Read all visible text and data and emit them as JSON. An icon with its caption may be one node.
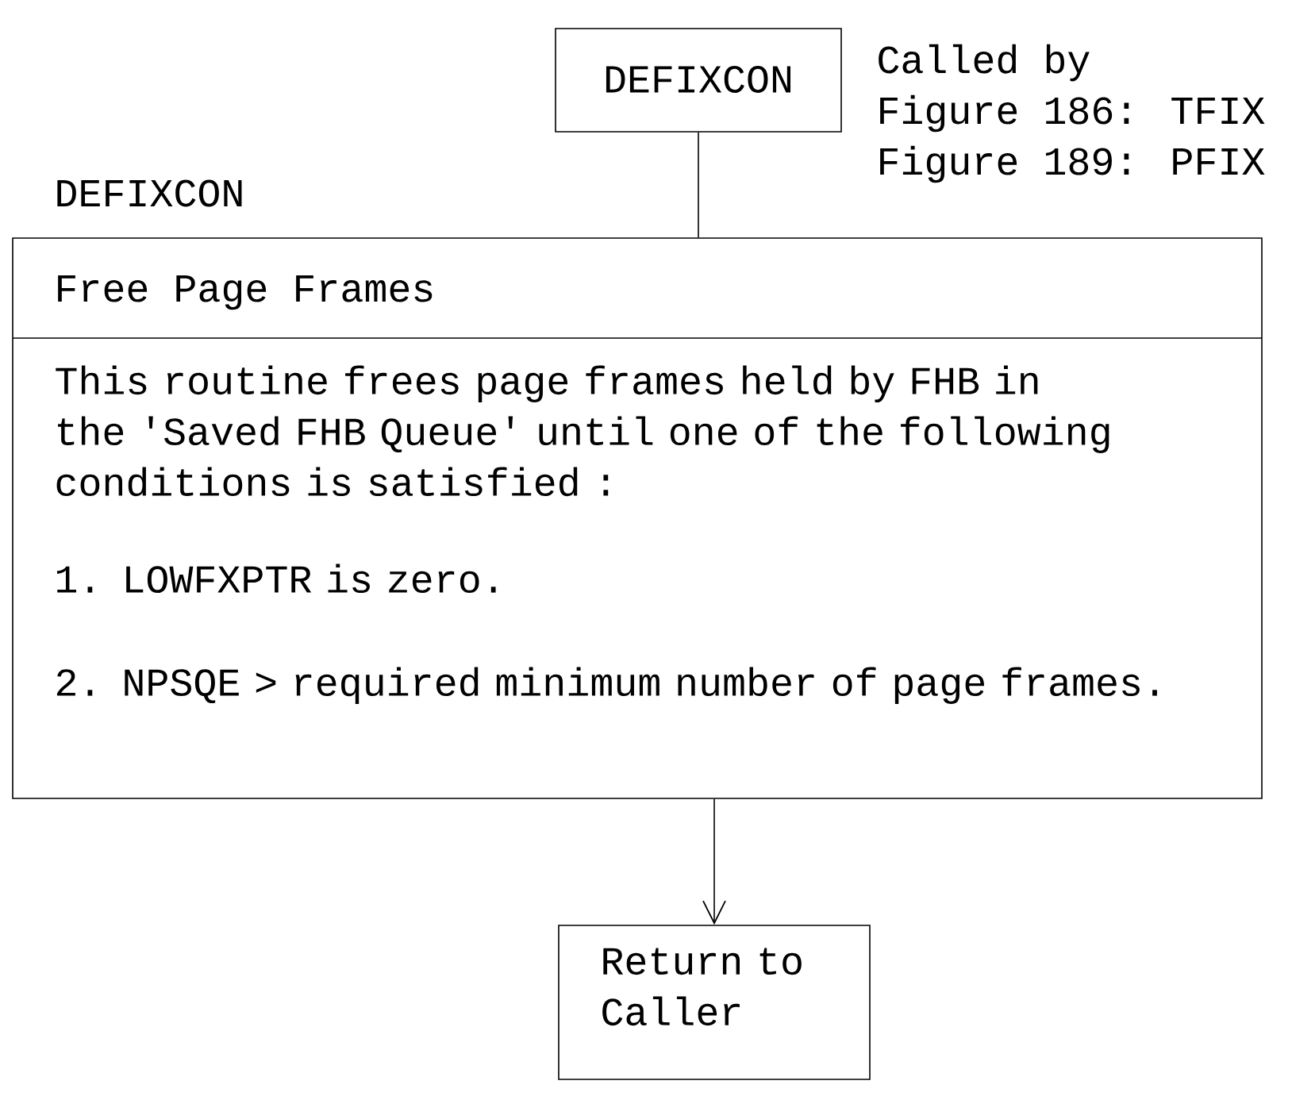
{
  "diagram": {
    "nodes": [
      {
        "text": [
          "DEFIXCON"
        ],
        "beside": [
          "Called by",
          "Figure 186: TFIX",
          "Figure 189: PFIX"
        ]
      },
      {
        "text": [
          "DEFIXCON",
          "Free Page Frames",
          "This routine frees page frames held by FHB in the 'Saved FHB  Queue' until one of  the following conditions is satisfied :",
          "1. LOWFXPTR is zero.",
          "2. NPSQE >  required minimum  number of  page frames."
        ]
      },
      {
        "text": [
          "Return to Caller"
        ]
      }
    ],
    "edges": [
      {
        "from": 0,
        "to": 1,
        "arrow": "none"
      },
      {
        "from": 1,
        "to": 2,
        "arrow": "to"
      }
    ]
  }
}
